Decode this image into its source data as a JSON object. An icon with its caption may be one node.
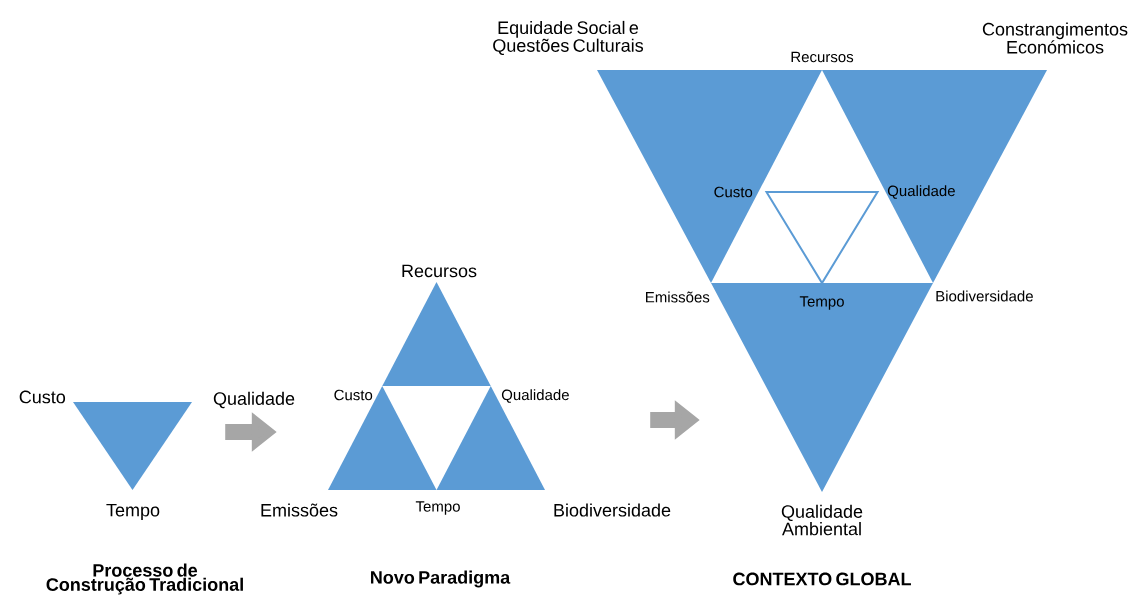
{
  "diagram": {
    "nodes": [
      {
        "text": [
          "Custo",
          "Qualidade",
          "Tempo"
        ]
      },
      {
        "text": [
          "Recursos",
          "Custo",
          "Qualidade",
          "Emissões",
          "Tempo",
          "Biodiversidade"
        ]
      },
      {
        "text": [
          "Equidade Social e Questões Culturais",
          "Constrangimentos Económicos",
          "Recursos",
          "Custo",
          "Qualidade",
          "Emissões",
          "Tempo",
          "Biodiversidade",
          "Qualidade Ambiental"
        ]
      }
    ],
    "edges": [
      {
        "from": 0,
        "to": 1,
        "arrow": "to"
      },
      {
        "from": 1,
        "to": 2,
        "arrow": "to"
      }
    ],
    "labels": [
      "Processo de Construção Tradicional",
      "Novo Paradigma",
      "CONTEXTO GLOBAL"
    ]
  }
}
